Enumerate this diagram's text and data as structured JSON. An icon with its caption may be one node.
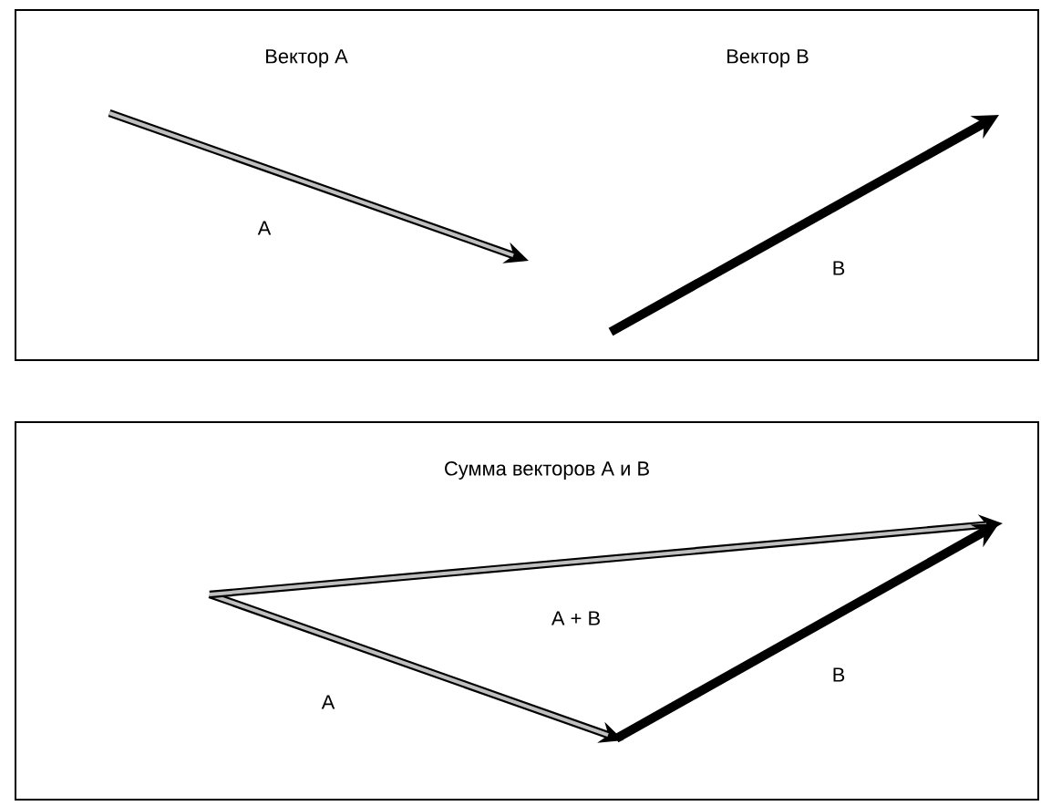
{
  "diagram": {
    "nodes": [
      {
        "text": [
          "Вектор A",
          "Вектор B"
        ]
      },
      {
        "text": [
          "Сумма векторов A и B"
        ]
      }
    ],
    "labels": [
      "A",
      "B",
      "A + B",
      "A",
      "B"
    ]
  }
}
